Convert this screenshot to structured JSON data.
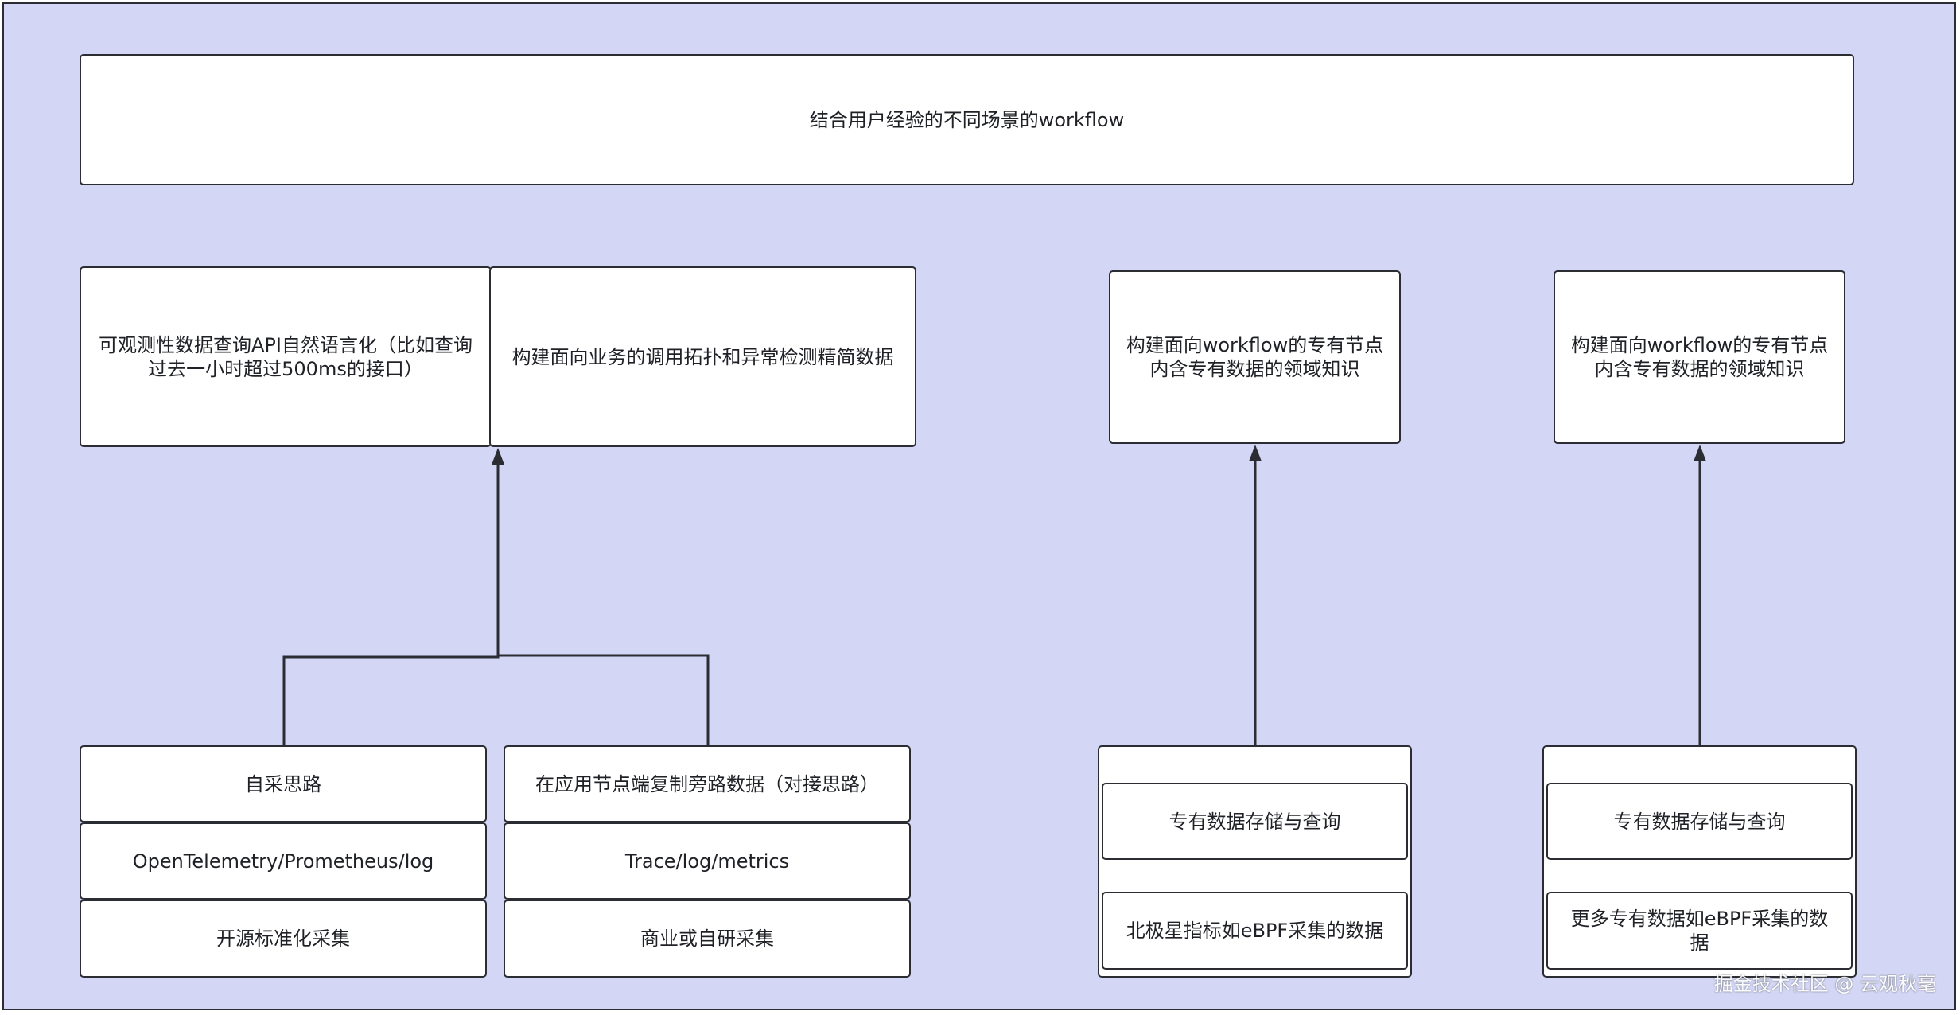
{
  "top_box": {
    "text": "结合用户经验的不同场景的workflow"
  },
  "middle": {
    "nl_api": {
      "line1": "可观测性数据查询API自然语言化（比如查询",
      "line2": "过去一小时超过500ms的接口）"
    },
    "topology": {
      "text": "构建面向业务的调用拓扑和异常检测精简数据"
    },
    "node_a": {
      "line1": "构建面向workflow的专有节点",
      "line2": "内含专有数据的领域知识"
    },
    "node_b": {
      "line1": "构建面向workflow的专有节点",
      "line2": "内含专有数据的领域知识"
    }
  },
  "bottom": {
    "self_collect": [
      "自采思路",
      "OpenTelemetry/Prometheus/log",
      "开源标准化采集"
    ],
    "bypass": [
      "在应用节点端复制旁路数据（对接思路）",
      "Trace/log/metrics",
      "商业或自研采集"
    ],
    "store_a": {
      "title": "专有数据存储与查询",
      "sub": "北极星指标如eBPF采集的数据"
    },
    "store_b": {
      "title": "专有数据存储与查询",
      "sub": "更多专有数据如eBPF采集的数据"
    }
  },
  "watermark": "掘金技术社区 @ 云观秋毫",
  "colors": {
    "canvas": "#d3d7f5",
    "border": "#2b2d33",
    "box": "#ffffff"
  }
}
